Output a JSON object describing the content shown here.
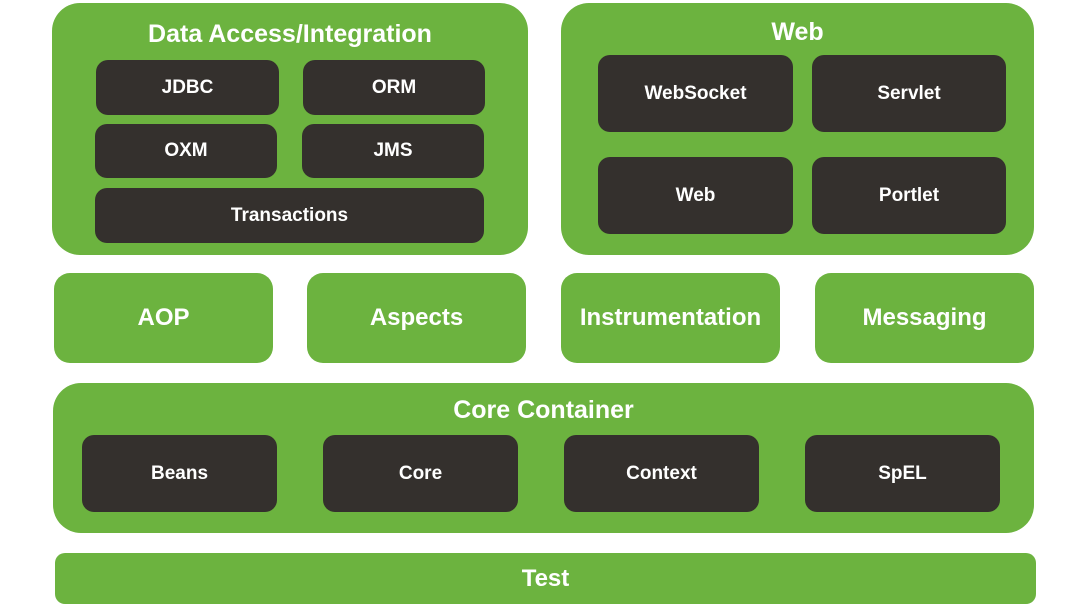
{
  "colors": {
    "green": "#6cb33f",
    "dark": "#34302d",
    "text": "#ffffff"
  },
  "data_access": {
    "title": "Data Access/Integration",
    "modules": [
      "JDBC",
      "ORM",
      "OXM",
      "JMS",
      "Transactions"
    ]
  },
  "web": {
    "title": "Web",
    "modules": [
      "WebSocket",
      "Servlet",
      "Web",
      "Portlet"
    ]
  },
  "middle": [
    "AOP",
    "Aspects",
    "Instrumentation",
    "Messaging"
  ],
  "core_container": {
    "title": "Core Container",
    "modules": [
      "Beans",
      "Core",
      "Context",
      "SpEL"
    ]
  },
  "test": {
    "title": "Test"
  }
}
